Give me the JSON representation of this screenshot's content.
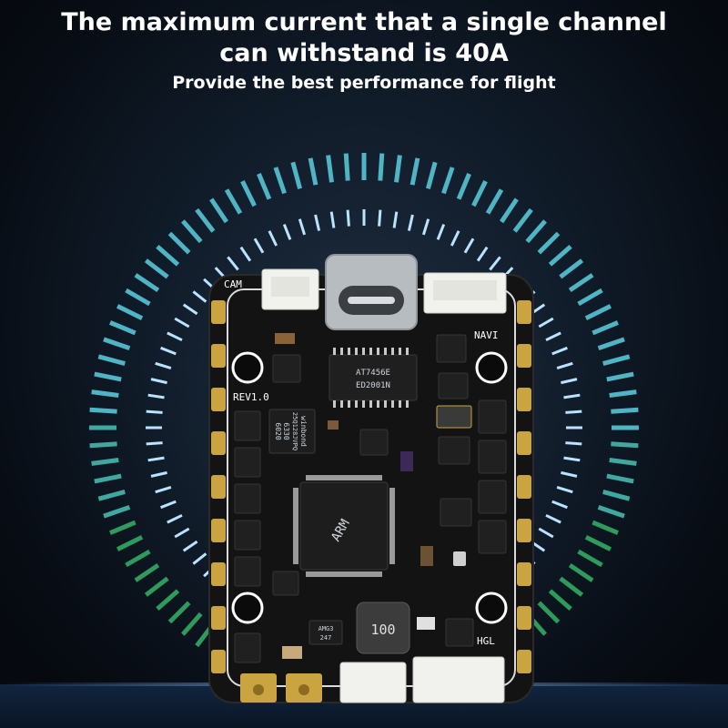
{
  "headline": {
    "line1": "The maximum current that a single channel",
    "line2": "can withstand is 40A"
  },
  "subheadline": "Provide the best performance for flight",
  "board": {
    "labels": {
      "cam": "CAM",
      "navi": "NAVI",
      "revision": "REV1.0",
      "hgl": "HGL",
      "inductor": "100"
    },
    "chips": {
      "driver_line1": "AT7456E",
      "driver_line2": "ED2001N",
      "flash": "winbond",
      "flash_line2": "25Q128JVPQ",
      "flash_line3": "6330",
      "flash_line4": "6020",
      "mcu_brand": "ARM",
      "reg_line1": "AMG3",
      "reg_line2": "247"
    }
  },
  "colors": {
    "background": "#0f1a27",
    "ring_inner": "#b8e4ff",
    "ring_outer_teal": "#4fb4c4",
    "ring_outer_green": "#2e9a5c",
    "pcb": "#141414",
    "gold_pads": "#c9a440"
  }
}
